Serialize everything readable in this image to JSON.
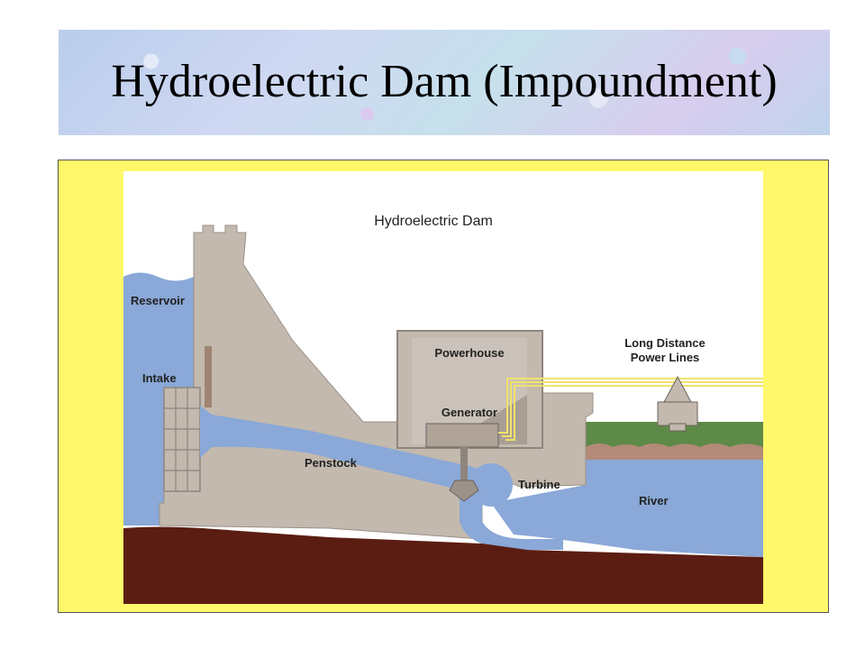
{
  "slide": {
    "title": "Hydroelectric Dam (Impoundment)"
  },
  "diagram": {
    "heading": "Hydroelectric Dam",
    "labels": {
      "reservoir": "Reservoir",
      "intake": "Intake",
      "powerhouse": "Powerhouse",
      "generator": "Generator",
      "penstock": "Penstock",
      "turbine": "Turbine",
      "river": "River",
      "power_lines_line1": "Long Distance",
      "power_lines_line2": "Power Lines"
    },
    "colors": {
      "frame": "#fff86a",
      "water": "#8aa8d8",
      "dam": "#c3b9ae",
      "ground": "#5b1d12",
      "sky": "#ffffff",
      "power_lines": "#f2e26a"
    }
  }
}
